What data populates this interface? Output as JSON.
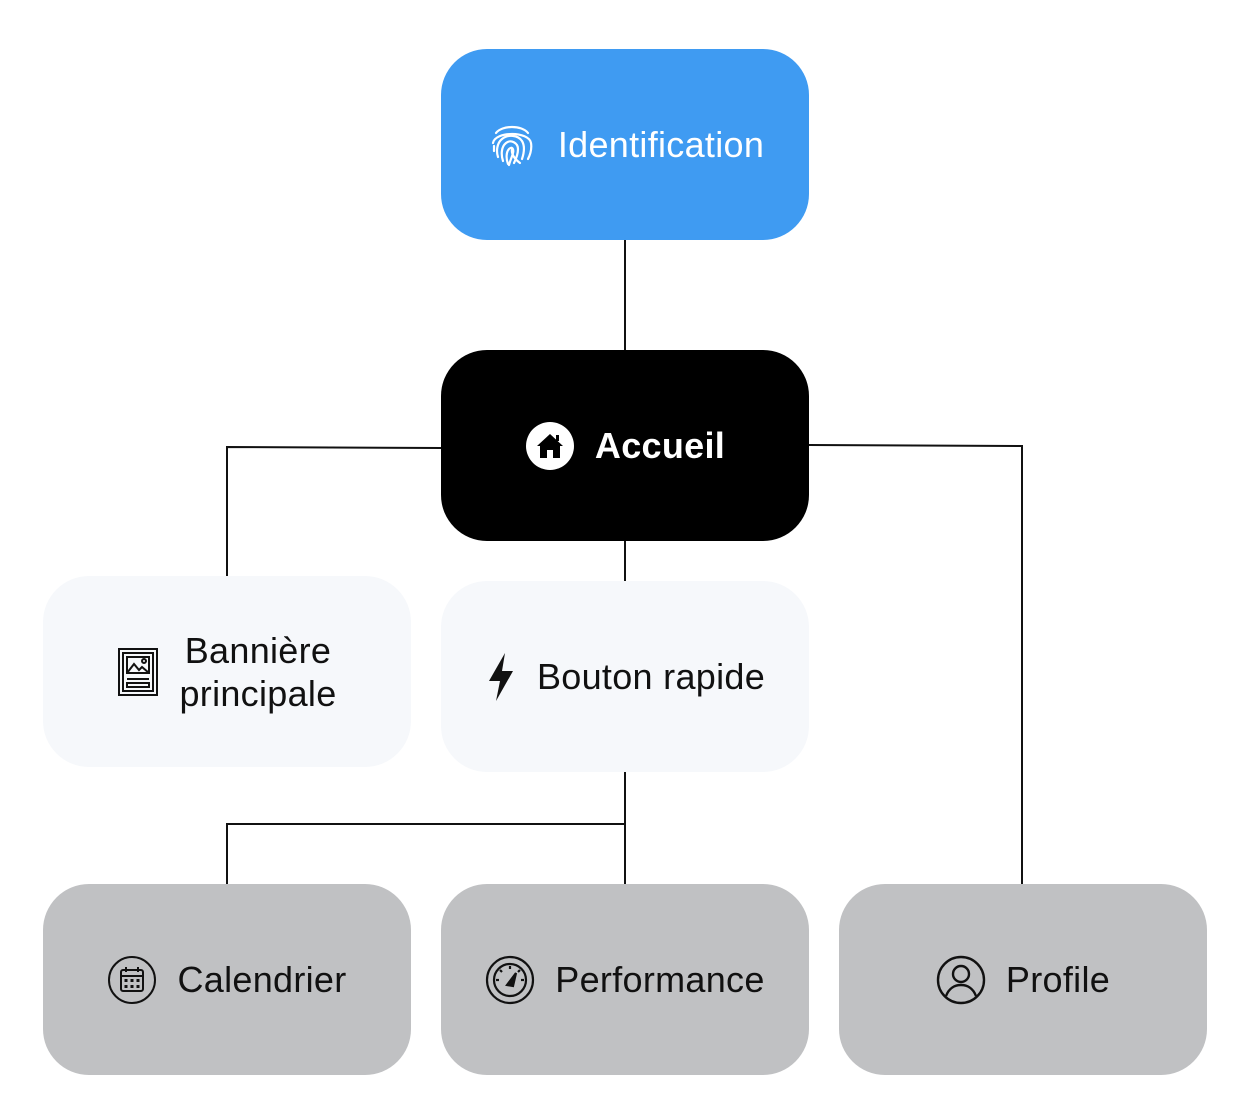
{
  "diagram": {
    "root": {
      "label": "Identification",
      "icon": "fingerprint-icon",
      "color": "#3f9bf2"
    },
    "home": {
      "label": "Accueil",
      "icon": "home-icon",
      "color": "#000000"
    },
    "banner": {
      "line1": "Bannière",
      "line2": "principale",
      "icon": "image-frame-icon",
      "color": "#f6f8fb"
    },
    "quick": {
      "label": "Bouton rapide",
      "icon": "lightning-icon",
      "color": "#f6f8fb"
    },
    "calendar": {
      "label": "Calendrier",
      "icon": "calendar-icon",
      "color": "#c0c1c3"
    },
    "performance": {
      "label": "Performance",
      "icon": "gauge-icon",
      "color": "#c0c1c3"
    },
    "profile": {
      "label": "Profile",
      "icon": "user-icon",
      "color": "#c0c1c3"
    }
  }
}
